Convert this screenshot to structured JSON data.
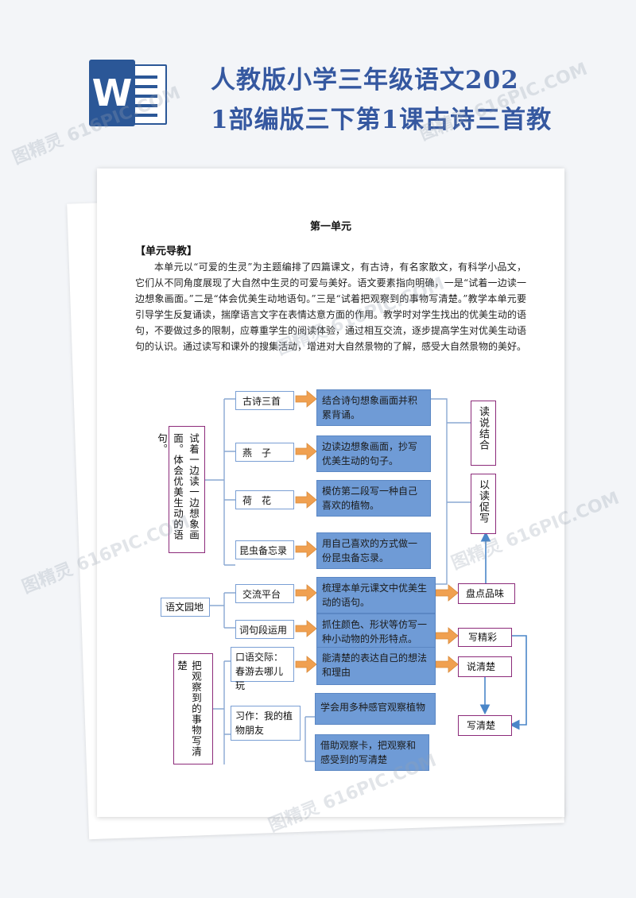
{
  "header": {
    "icon_letter": "W",
    "title_line1": "人教版小学三年级语文202",
    "title_line2": "1部编版三下第1课古诗三首教"
  },
  "document": {
    "heading": "第一单元",
    "section_title": "【单元导教】",
    "paragraph": "本单元以“可爱的生灵”为主题编排了四篇课文，有古诗，有名家散文，有科学小品文，它们从不同角度展现了大自然中生灵的可爱与美好。语文要素指向明确，一是“试着一边读一边想象画面。”二是“体会优美生动地语句。”三是“试着把观察到的事物写清楚。”教学本单元要引导学生反复诵读，揣摩语言文字在表情达意方面的作用。教学时对学生找出的优美生动的语句，不要做过多的限制，应尊重学生的阅读体验，通过相互交流，逐步提高学生对优美生动语句的认识。通过读写和课外的搜集活动，增进对大自然景物的了解，感受大自然景物的美好。"
  },
  "diagram": {
    "left_goal_1": "试着一边读一边想象画面。体会优美生动的语句。",
    "left_goal_2": "把观察到的事物写清楚",
    "hub": "语文园地",
    "lessons": [
      "古诗三首",
      "燕　子",
      "荷　花",
      "昆虫备忘录",
      "交流平台",
      "词句段运用",
      "口语交际：春游去哪儿玩",
      "习作：我的植物朋友"
    ],
    "tasks": [
      "结合诗句想象画面并积累背诵。",
      "边读边想象画面，抄写优美生动的句子。",
      "模仿第二段写一种自己喜欢的植物。",
      "用自己喜欢的方式做一份昆虫备忘录。",
      "梳理本单元课文中优美生动的语句。",
      "抓住颜色、形状等仿写一种小动物的外形特点。",
      "能清楚的表达自己的想法和理由",
      "学会用多种感官观察植物",
      "借助观察卡，把观察和感受到的写清楚"
    ],
    "outcomes": [
      "读说结合",
      "以读促写",
      "盘点品味",
      "写精彩",
      "说清楚",
      "写清楚"
    ],
    "colors": {
      "task_fill": "#6f9bd6",
      "arrow": "#f0a050",
      "outline_blue": "#7a9fd4",
      "outline_purple": "#8c2b7a",
      "title": "#3558a0"
    }
  },
  "watermark": "图精灵 616PIC.COM"
}
